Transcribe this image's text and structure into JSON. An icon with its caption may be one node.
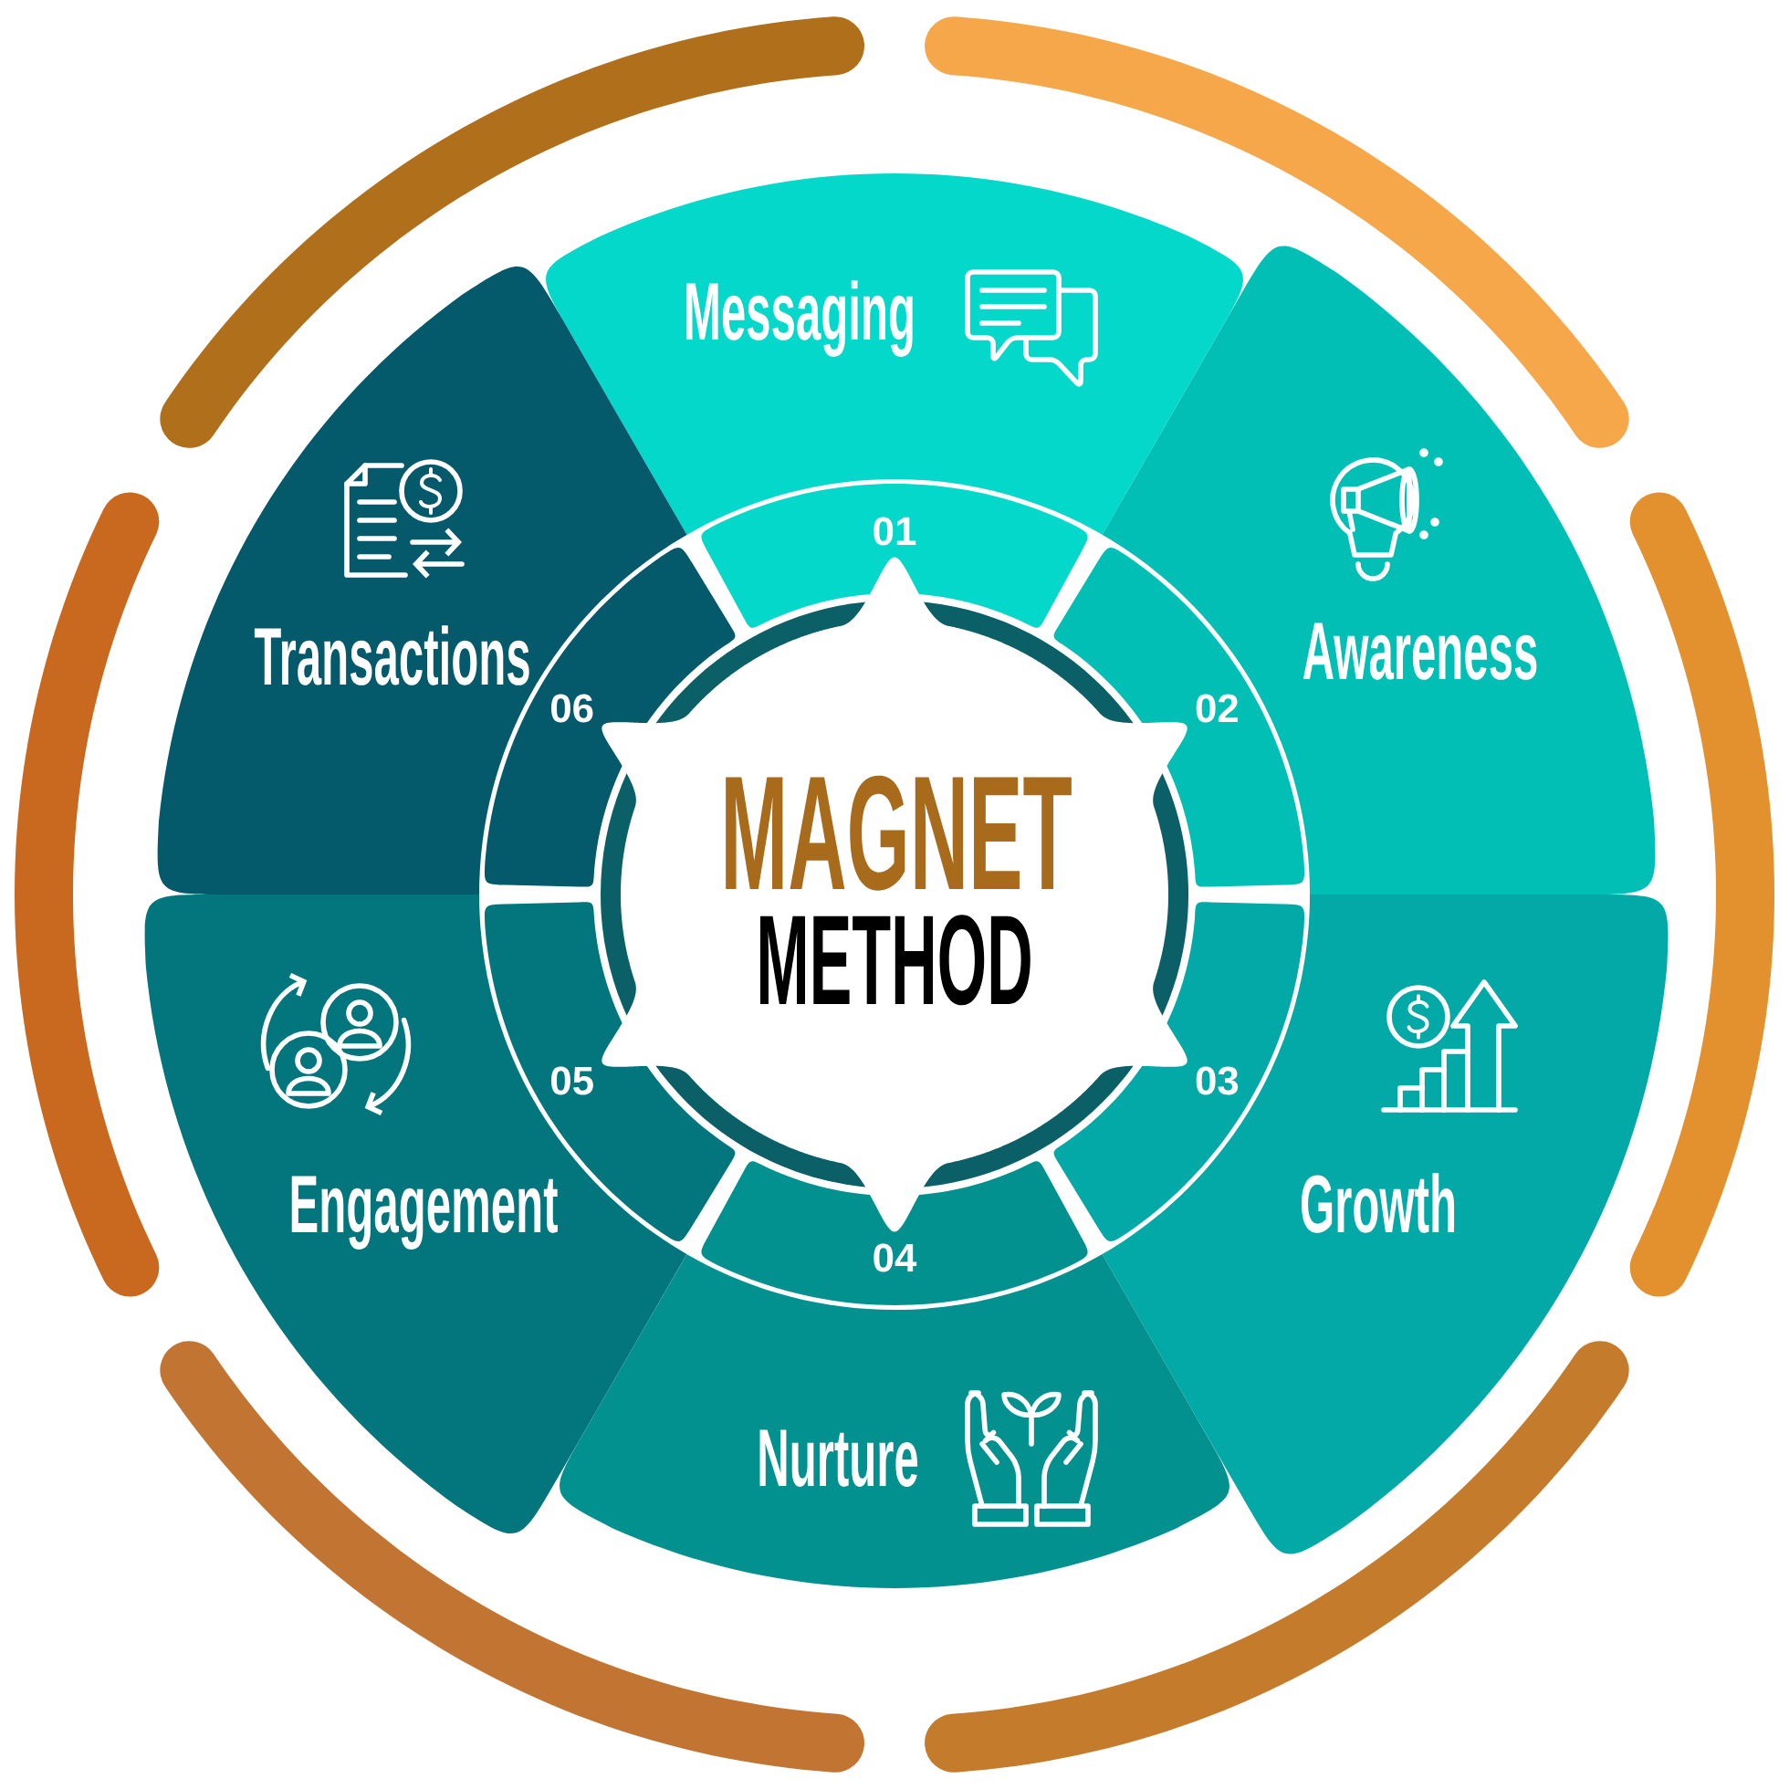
{
  "diagram": {
    "nodes": [
      {
        "text": [
          "MAGNET",
          "METHOD"
        ]
      },
      {
        "text": [
          "Messaging"
        ]
      },
      {
        "text": [
          "Awareness"
        ]
      },
      {
        "text": [
          "Growth"
        ]
      },
      {
        "text": [
          "Nurture"
        ]
      },
      {
        "text": [
          "Engagement"
        ]
      },
      {
        "text": [
          "Transactions"
        ]
      },
      {
        "text": [
          "01"
        ],
        "in": 1
      },
      {
        "text": [
          "02"
        ],
        "in": 2
      },
      {
        "text": [
          "03"
        ],
        "in": 3
      },
      {
        "text": [
          "04"
        ],
        "in": 4
      },
      {
        "text": [
          "05"
        ],
        "in": 5
      },
      {
        "text": [
          "06"
        ],
        "in": 6
      }
    ]
  }
}
